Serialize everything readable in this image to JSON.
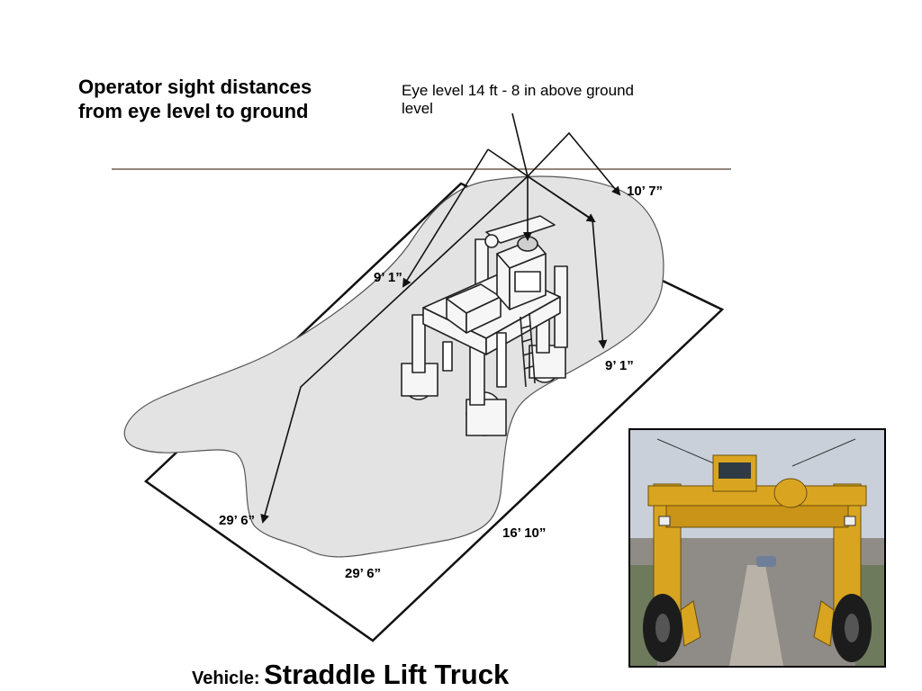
{
  "title": "Operator sight distances\nfrom  eye level to ground",
  "eye_level_note": "Eye level 14 ft - 8 in above ground level",
  "dimensions": {
    "back_right": "10’ 7”",
    "left": "9’ 1”",
    "right": "9’ 1”",
    "front_left": "29’ 6”",
    "front_right": "16’ 10”",
    "front": "29’ 6”"
  },
  "caption": {
    "label": "Vehicle:",
    "value": "Straddle Lift Truck"
  },
  "colors": {
    "sight_area": "#e3e3e3",
    "vehicle_body": "#f6f6f6",
    "outline": "#111111",
    "photo_vehicle": "#d9a521"
  },
  "icons": {
    "vehicle": "straddle-carrier-line-drawing",
    "photo": "straddle-carrier-photo"
  }
}
